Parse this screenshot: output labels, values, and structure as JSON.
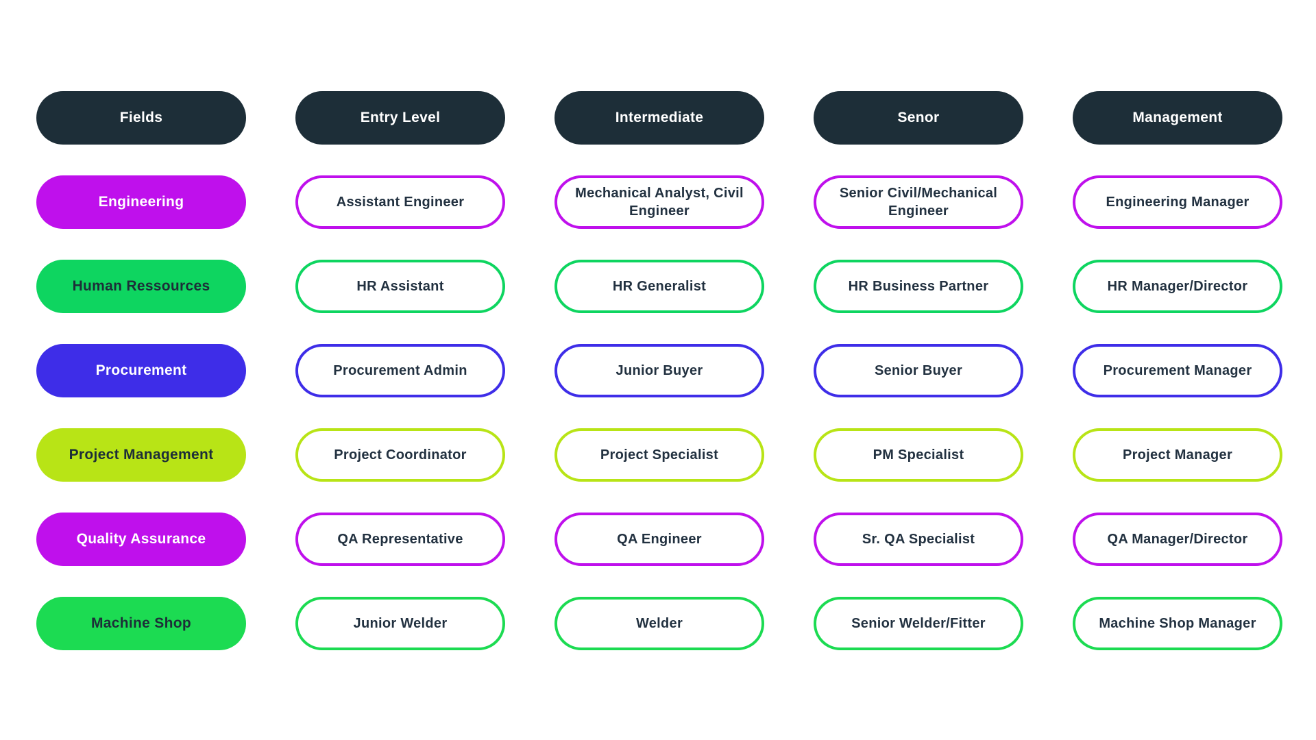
{
  "page": {
    "background": "#ffffff",
    "role_text_color": "#223140"
  },
  "header": {
    "bg": "#1d2e38",
    "text_color": "#ffffff",
    "columns": [
      "Fields",
      "Entry Level",
      "Intermediate",
      "Senor",
      "Management"
    ]
  },
  "rows": [
    {
      "field": "Engineering",
      "accent": "#bf10ec",
      "label_text_color": "#ffffff",
      "roles": [
        "Assistant Engineer",
        "Mechanical Analyst, Civil Engineer",
        "Senior Civil/Mechanical Engineer",
        "Engineering Manager"
      ]
    },
    {
      "field": "Human Ressources",
      "accent": "#0ed560",
      "label_text_color": "#1d2e38",
      "roles": [
        "HR Assistant",
        "HR Generalist",
        "HR Business Partner",
        "HR Manager/Director"
      ]
    },
    {
      "field": "Procurement",
      "accent": "#3e2de8",
      "label_text_color": "#ffffff",
      "roles": [
        "Procurement Admin",
        "Junior Buyer",
        "Senior Buyer",
        "Procurement Manager"
      ]
    },
    {
      "field": "Project Management",
      "accent": "#b8e416",
      "label_text_color": "#1d2e38",
      "roles": [
        "Project Coordinator",
        "Project Specialist",
        "PM Specialist",
        "Project Manager"
      ]
    },
    {
      "field": "Quality Assurance",
      "accent": "#bf10ec",
      "label_text_color": "#ffffff",
      "roles": [
        "QA Representative",
        "QA Engineer",
        "Sr. QA Specialist",
        "QA Manager/Director"
      ]
    },
    {
      "field": "Machine Shop",
      "accent": "#1cdb52",
      "label_text_color": "#1d2e38",
      "roles": [
        "Junior Welder",
        "Welder",
        "Senior Welder/Fitter",
        "Machine Shop Manager"
      ]
    }
  ]
}
